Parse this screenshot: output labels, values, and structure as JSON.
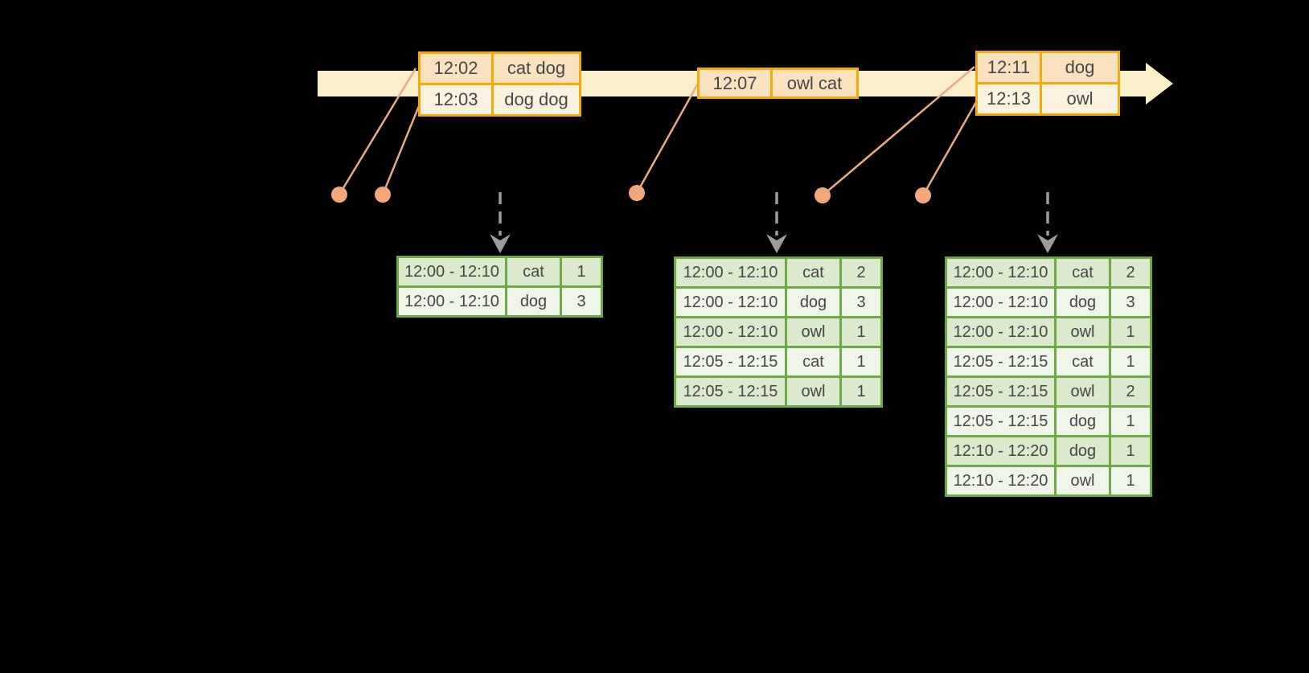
{
  "colors": {
    "timeline_band": "#FBEFCA",
    "gold_border": "#F2AB0A",
    "event_row_dark": "#FAE2BF",
    "event_row_light": "#FCF2E0",
    "dot": "#F2A87A",
    "connector": "#EAAA86",
    "green_border": "#6BAA46",
    "result_row_dark": "#DBE9CD",
    "result_row_light": "#EFF5E8",
    "trigger_arrow": "#9C9C9C",
    "text": "#464646",
    "background": "#000000"
  },
  "icons": {
    "event_time_arrow": "right-arrow-band",
    "event_dot": "filled-circle",
    "trigger_arrow": "dashed-down-arrow"
  },
  "timeline": {
    "event_tables": [
      {
        "name": "events-batch-1",
        "rows": [
          [
            "12:02",
            "cat dog"
          ],
          [
            "12:03",
            "dog dog"
          ]
        ]
      },
      {
        "name": "events-batch-2",
        "rows": [
          [
            "12:07",
            "owl cat"
          ]
        ]
      },
      {
        "name": "events-batch-3",
        "rows": [
          [
            "12:11",
            "dog"
          ],
          [
            "12:13",
            "owl"
          ]
        ]
      }
    ],
    "event_dot_count": 5
  },
  "result_tables": [
    {
      "name": "windowed-counts-1",
      "rows": [
        [
          "12:00 - 12:10",
          "cat",
          "1"
        ],
        [
          "12:00 - 12:10",
          "dog",
          "3"
        ]
      ]
    },
    {
      "name": "windowed-counts-2",
      "rows": [
        [
          "12:00 - 12:10",
          "cat",
          "2"
        ],
        [
          "12:00 - 12:10",
          "dog",
          "3"
        ],
        [
          "12:00 - 12:10",
          "owl",
          "1"
        ],
        [
          "12:05 - 12:15",
          "cat",
          "1"
        ],
        [
          "12:05 - 12:15",
          "owl",
          "1"
        ]
      ]
    },
    {
      "name": "windowed-counts-3",
      "rows": [
        [
          "12:00 - 12:10",
          "cat",
          "2"
        ],
        [
          "12:00 - 12:10",
          "dog",
          "3"
        ],
        [
          "12:00 - 12:10",
          "owl",
          "1"
        ],
        [
          "12:05 - 12:15",
          "cat",
          "1"
        ],
        [
          "12:05 - 12:15",
          "owl",
          "2"
        ],
        [
          "12:05 - 12:15",
          "dog",
          "1"
        ],
        [
          "12:10 - 12:20",
          "dog",
          "1"
        ],
        [
          "12:10 - 12:20",
          "owl",
          "1"
        ]
      ]
    }
  ]
}
